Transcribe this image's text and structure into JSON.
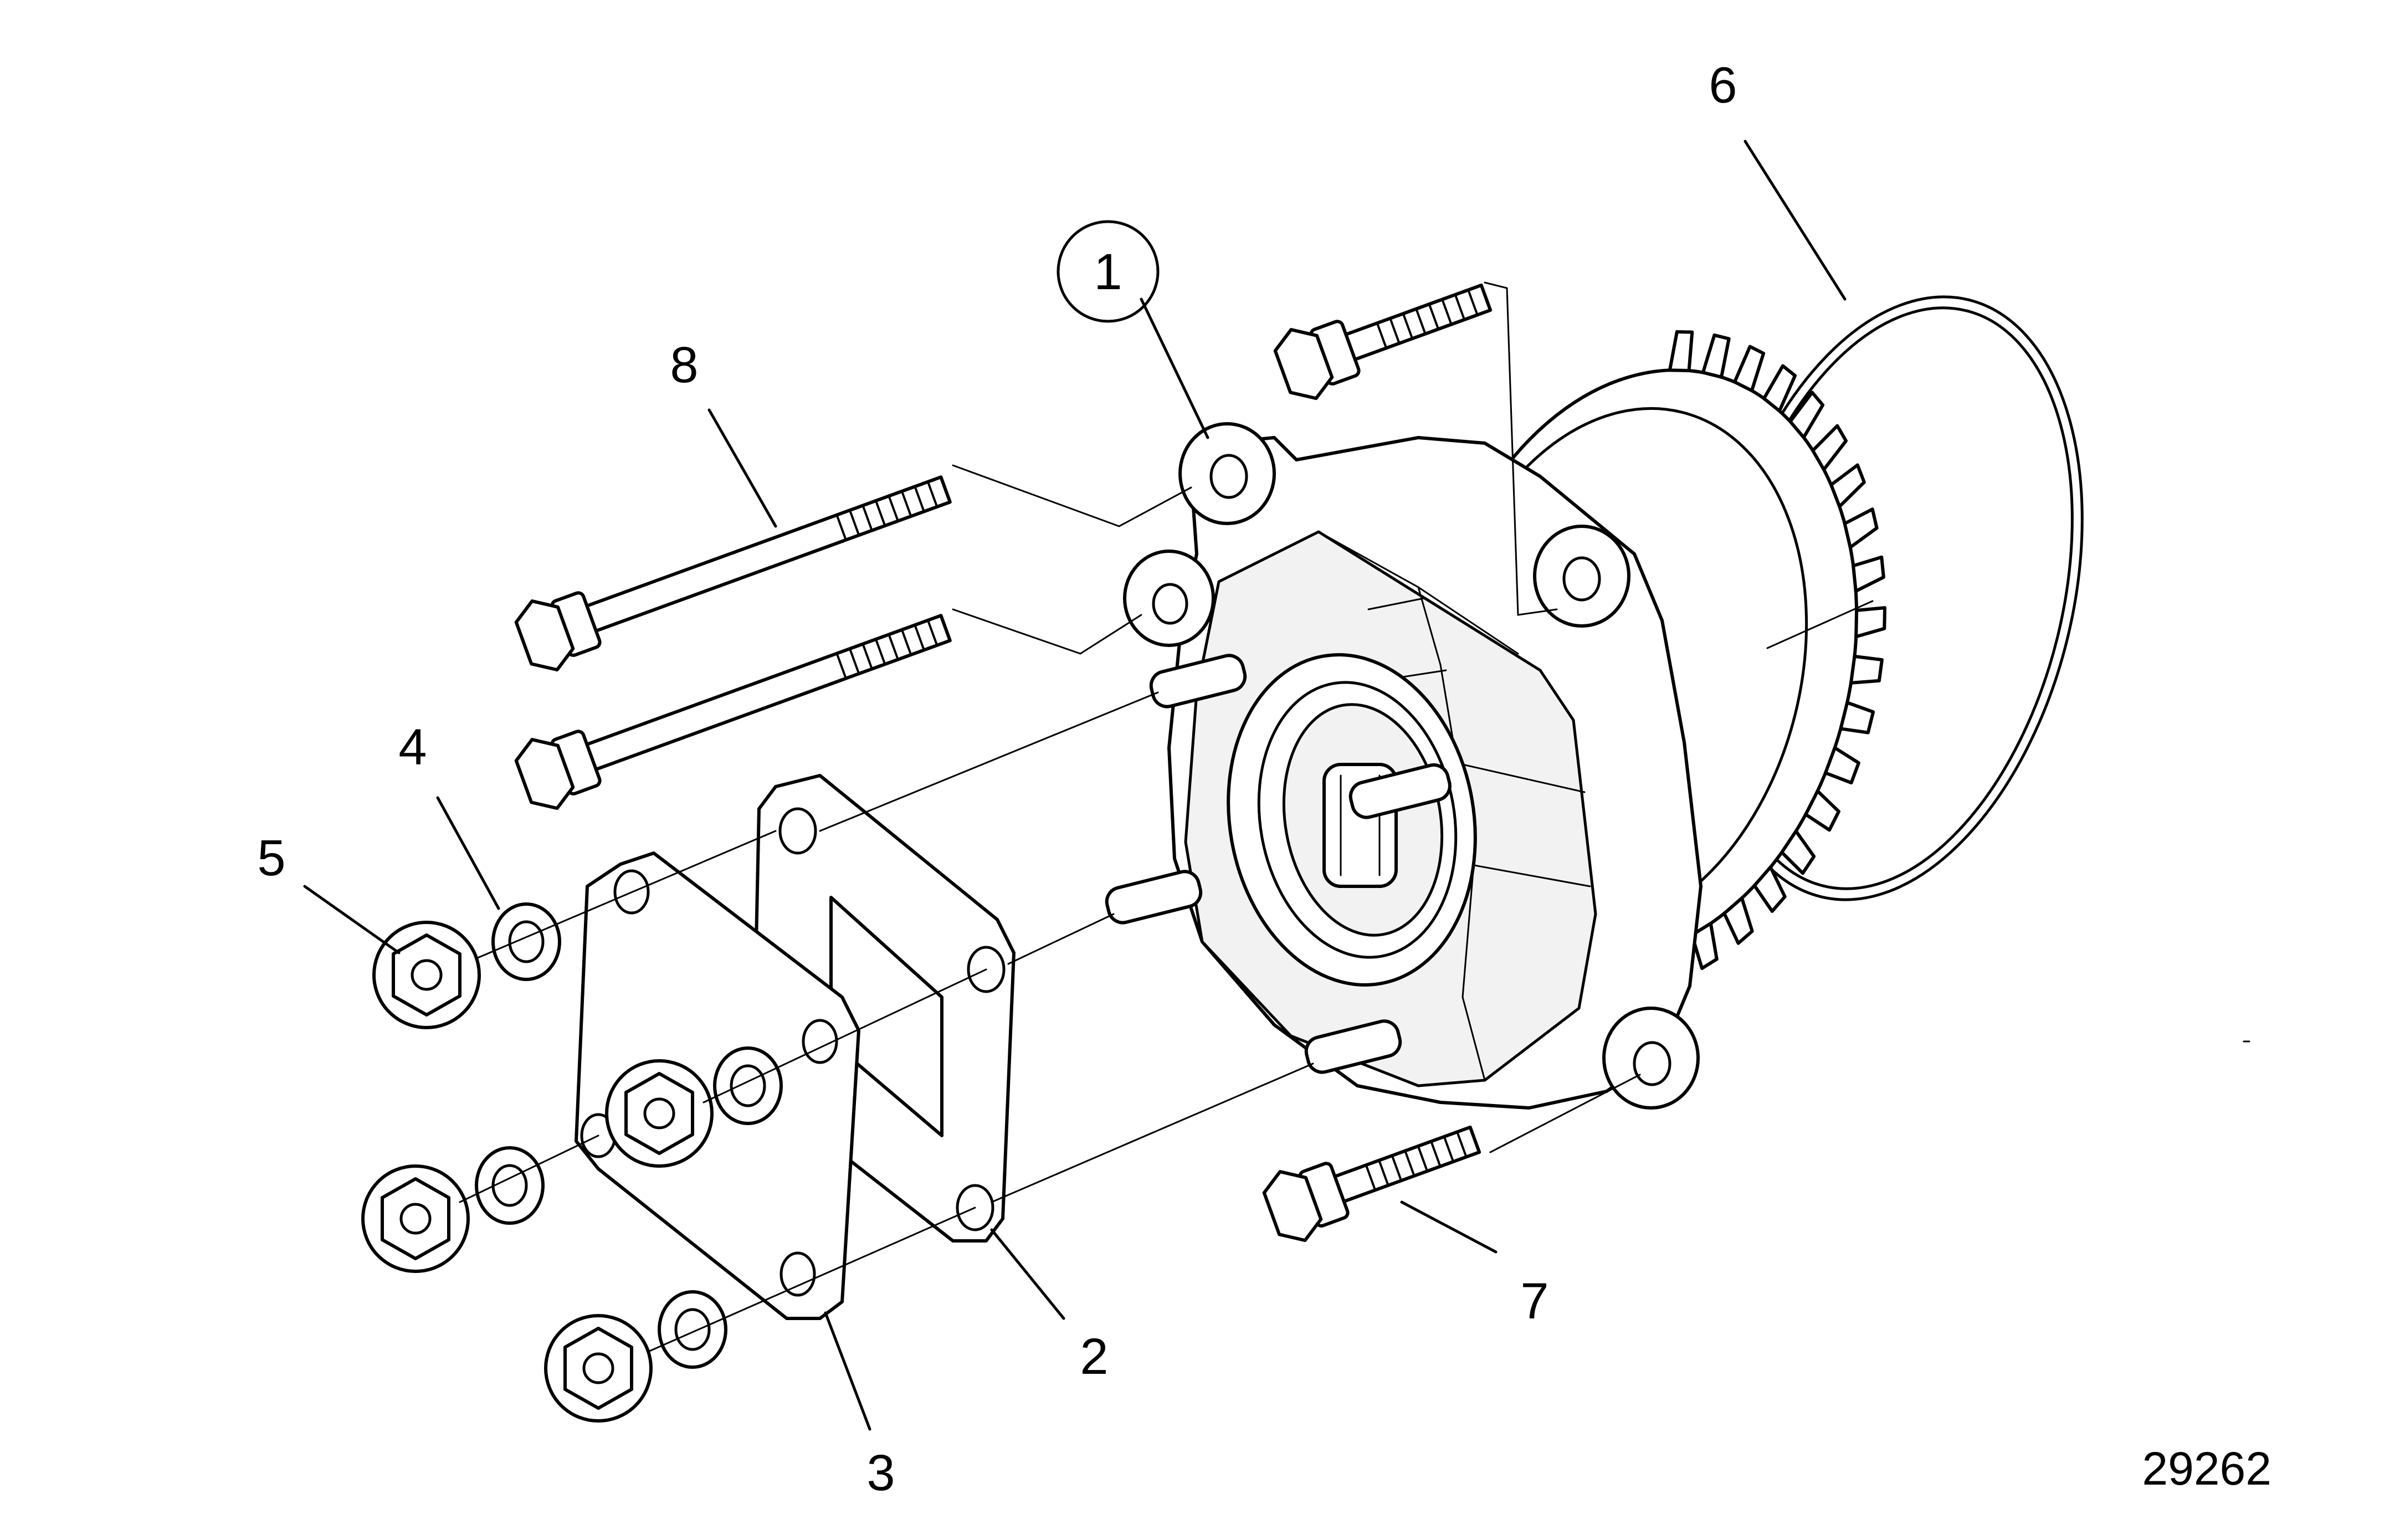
{
  "diagram": {
    "reference_number": "29262",
    "callouts": [
      {
        "id": "c1",
        "label": "1"
      },
      {
        "id": "c2",
        "label": "2"
      },
      {
        "id": "c3",
        "label": "3"
      },
      {
        "id": "c4",
        "label": "4"
      },
      {
        "id": "c5",
        "label": "5"
      },
      {
        "id": "c6",
        "label": "6"
      },
      {
        "id": "c7",
        "label": "7"
      },
      {
        "id": "c8",
        "label": "8"
      }
    ]
  }
}
